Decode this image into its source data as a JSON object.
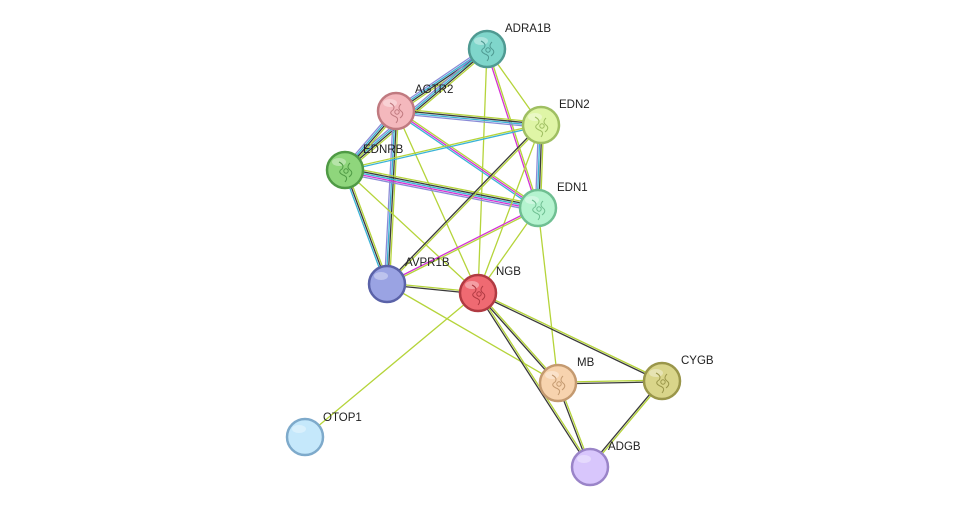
{
  "nodes": [
    {
      "id": "ADRA1B",
      "label": "ADRA1B",
      "color": "#7fd6cb",
      "stroke": "#4f9a92",
      "glyph": "protein-structure-icon"
    },
    {
      "id": "AGTR2",
      "label": "AGTR2",
      "color": "#f4b8bd",
      "stroke": "#c07a80",
      "glyph": "protein-structure-icon"
    },
    {
      "id": "EDN2",
      "label": "EDN2",
      "color": "#dff5a6",
      "stroke": "#9fbf62",
      "glyph": "protein-structure-icon"
    },
    {
      "id": "EDNRB",
      "label": "EDNRB",
      "color": "#8fd67c",
      "stroke": "#4f9a45",
      "glyph": "protein-structure-icon"
    },
    {
      "id": "EDN1",
      "label": "EDN1",
      "color": "#b4f3cf",
      "stroke": "#6fbf92",
      "glyph": "protein-structure-icon"
    },
    {
      "id": "AVPR1B",
      "label": "AVPR1B",
      "color": "#9aa3e3",
      "stroke": "#5a62a8",
      "glyph": ""
    },
    {
      "id": "NGB",
      "label": "NGB",
      "color": "#ef6a72",
      "stroke": "#b03a42",
      "glyph": "protein-structure-icon"
    },
    {
      "id": "MB",
      "label": "MB",
      "color": "#f7d3ae",
      "stroke": "#c49a70",
      "glyph": "protein-structure-icon"
    },
    {
      "id": "CYGB",
      "label": "CYGB",
      "color": "#d9d58a",
      "stroke": "#9a964a",
      "glyph": "protein-structure-icon"
    },
    {
      "id": "OTOP1",
      "label": "OTOP1",
      "color": "#c5e8fb",
      "stroke": "#7eaacb",
      "glyph": ""
    },
    {
      "id": "ADGB",
      "label": "ADGB",
      "color": "#d8c6fc",
      "stroke": "#9a84c8",
      "glyph": ""
    }
  ],
  "evidence_colors": {
    "textmining": "#b5d43a",
    "coexpression": "#3a3a3a",
    "database": "#3ab3d6",
    "experiments": "#d433d4",
    "neighborhood": "#5a62d6",
    "homology": "#8a8ad6"
  },
  "edges": [
    {
      "from": "ADRA1B",
      "to": "AGTR2",
      "types": [
        "textmining",
        "coexpression",
        "database",
        "homology"
      ]
    },
    {
      "from": "ADRA1B",
      "to": "EDNRB",
      "types": [
        "textmining",
        "coexpression",
        "database",
        "homology"
      ]
    },
    {
      "from": "ADRA1B",
      "to": "EDN2",
      "types": [
        "textmining"
      ]
    },
    {
      "from": "ADRA1B",
      "to": "EDN1",
      "types": [
        "textmining",
        "experiments"
      ]
    },
    {
      "from": "ADRA1B",
      "to": "NGB",
      "types": [
        "textmining"
      ]
    },
    {
      "from": "AGTR2",
      "to": "EDN2",
      "types": [
        "textmining",
        "coexpression",
        "database",
        "homology"
      ]
    },
    {
      "from": "AGTR2",
      "to": "EDN1",
      "types": [
        "textmining",
        "experiments",
        "database"
      ]
    },
    {
      "from": "AGTR2",
      "to": "EDNRB",
      "types": [
        "textmining",
        "coexpression",
        "database",
        "homology"
      ]
    },
    {
      "from": "AGTR2",
      "to": "AVPR1B",
      "types": [
        "textmining",
        "coexpression",
        "database",
        "homology"
      ]
    },
    {
      "from": "AGTR2",
      "to": "NGB",
      "types": [
        "textmining"
      ]
    },
    {
      "from": "EDNRB",
      "to": "EDN2",
      "types": [
        "textmining",
        "database"
      ]
    },
    {
      "from": "EDNRB",
      "to": "EDN1",
      "types": [
        "textmining",
        "coexpression",
        "database",
        "experiments",
        "homology"
      ]
    },
    {
      "from": "EDNRB",
      "to": "AVPR1B",
      "types": [
        "textmining",
        "coexpression",
        "database"
      ]
    },
    {
      "from": "EDNRB",
      "to": "NGB",
      "types": [
        "textmining"
      ]
    },
    {
      "from": "EDN2",
      "to": "EDN1",
      "types": [
        "textmining",
        "coexpression",
        "database",
        "homology"
      ]
    },
    {
      "from": "EDN2",
      "to": "AVPR1B",
      "types": [
        "textmining",
        "coexpression"
      ]
    },
    {
      "from": "EDN2",
      "to": "NGB",
      "types": [
        "textmining"
      ]
    },
    {
      "from": "EDN1",
      "to": "AVPR1B",
      "types": [
        "textmining",
        "experiments"
      ]
    },
    {
      "from": "EDN1",
      "to": "NGB",
      "types": [
        "textmining"
      ]
    },
    {
      "from": "EDN1",
      "to": "MB",
      "types": [
        "textmining"
      ]
    },
    {
      "from": "AVPR1B",
      "to": "NGB",
      "types": [
        "textmining",
        "coexpression"
      ]
    },
    {
      "from": "AVPR1B",
      "to": "MB",
      "types": [
        "textmining"
      ]
    },
    {
      "from": "NGB",
      "to": "MB",
      "types": [
        "textmining",
        "coexpression"
      ]
    },
    {
      "from": "NGB",
      "to": "CYGB",
      "types": [
        "textmining",
        "coexpression"
      ]
    },
    {
      "from": "NGB",
      "to": "ADGB",
      "types": [
        "textmining",
        "coexpression"
      ]
    },
    {
      "from": "NGB",
      "to": "OTOP1",
      "types": [
        "textmining"
      ]
    },
    {
      "from": "MB",
      "to": "CYGB",
      "types": [
        "textmining",
        "coexpression"
      ]
    },
    {
      "from": "MB",
      "to": "ADGB",
      "types": [
        "textmining",
        "coexpression"
      ]
    },
    {
      "from": "CYGB",
      "to": "ADGB",
      "types": [
        "textmining",
        "coexpression"
      ]
    }
  ]
}
